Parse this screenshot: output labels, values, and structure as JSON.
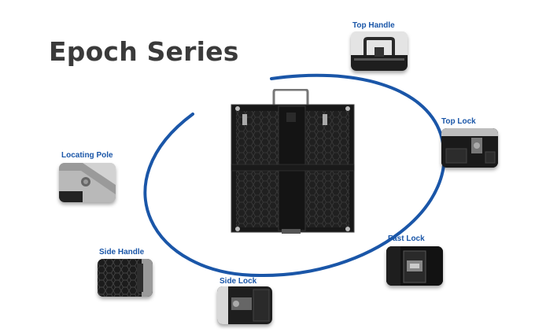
{
  "title": "Epoch Series",
  "colors": {
    "accent": "#1a56a8",
    "title_text": "#3a3a3a",
    "panel_dark": "#1a1a1a"
  },
  "callouts": {
    "top_handle": "Top Handle",
    "top_lock": "Top Lock",
    "locating_pole": "Locating Pole",
    "fast_lock": "Fast Lock",
    "side_handle": "Side Handle",
    "side_lock": "Side Lock"
  }
}
